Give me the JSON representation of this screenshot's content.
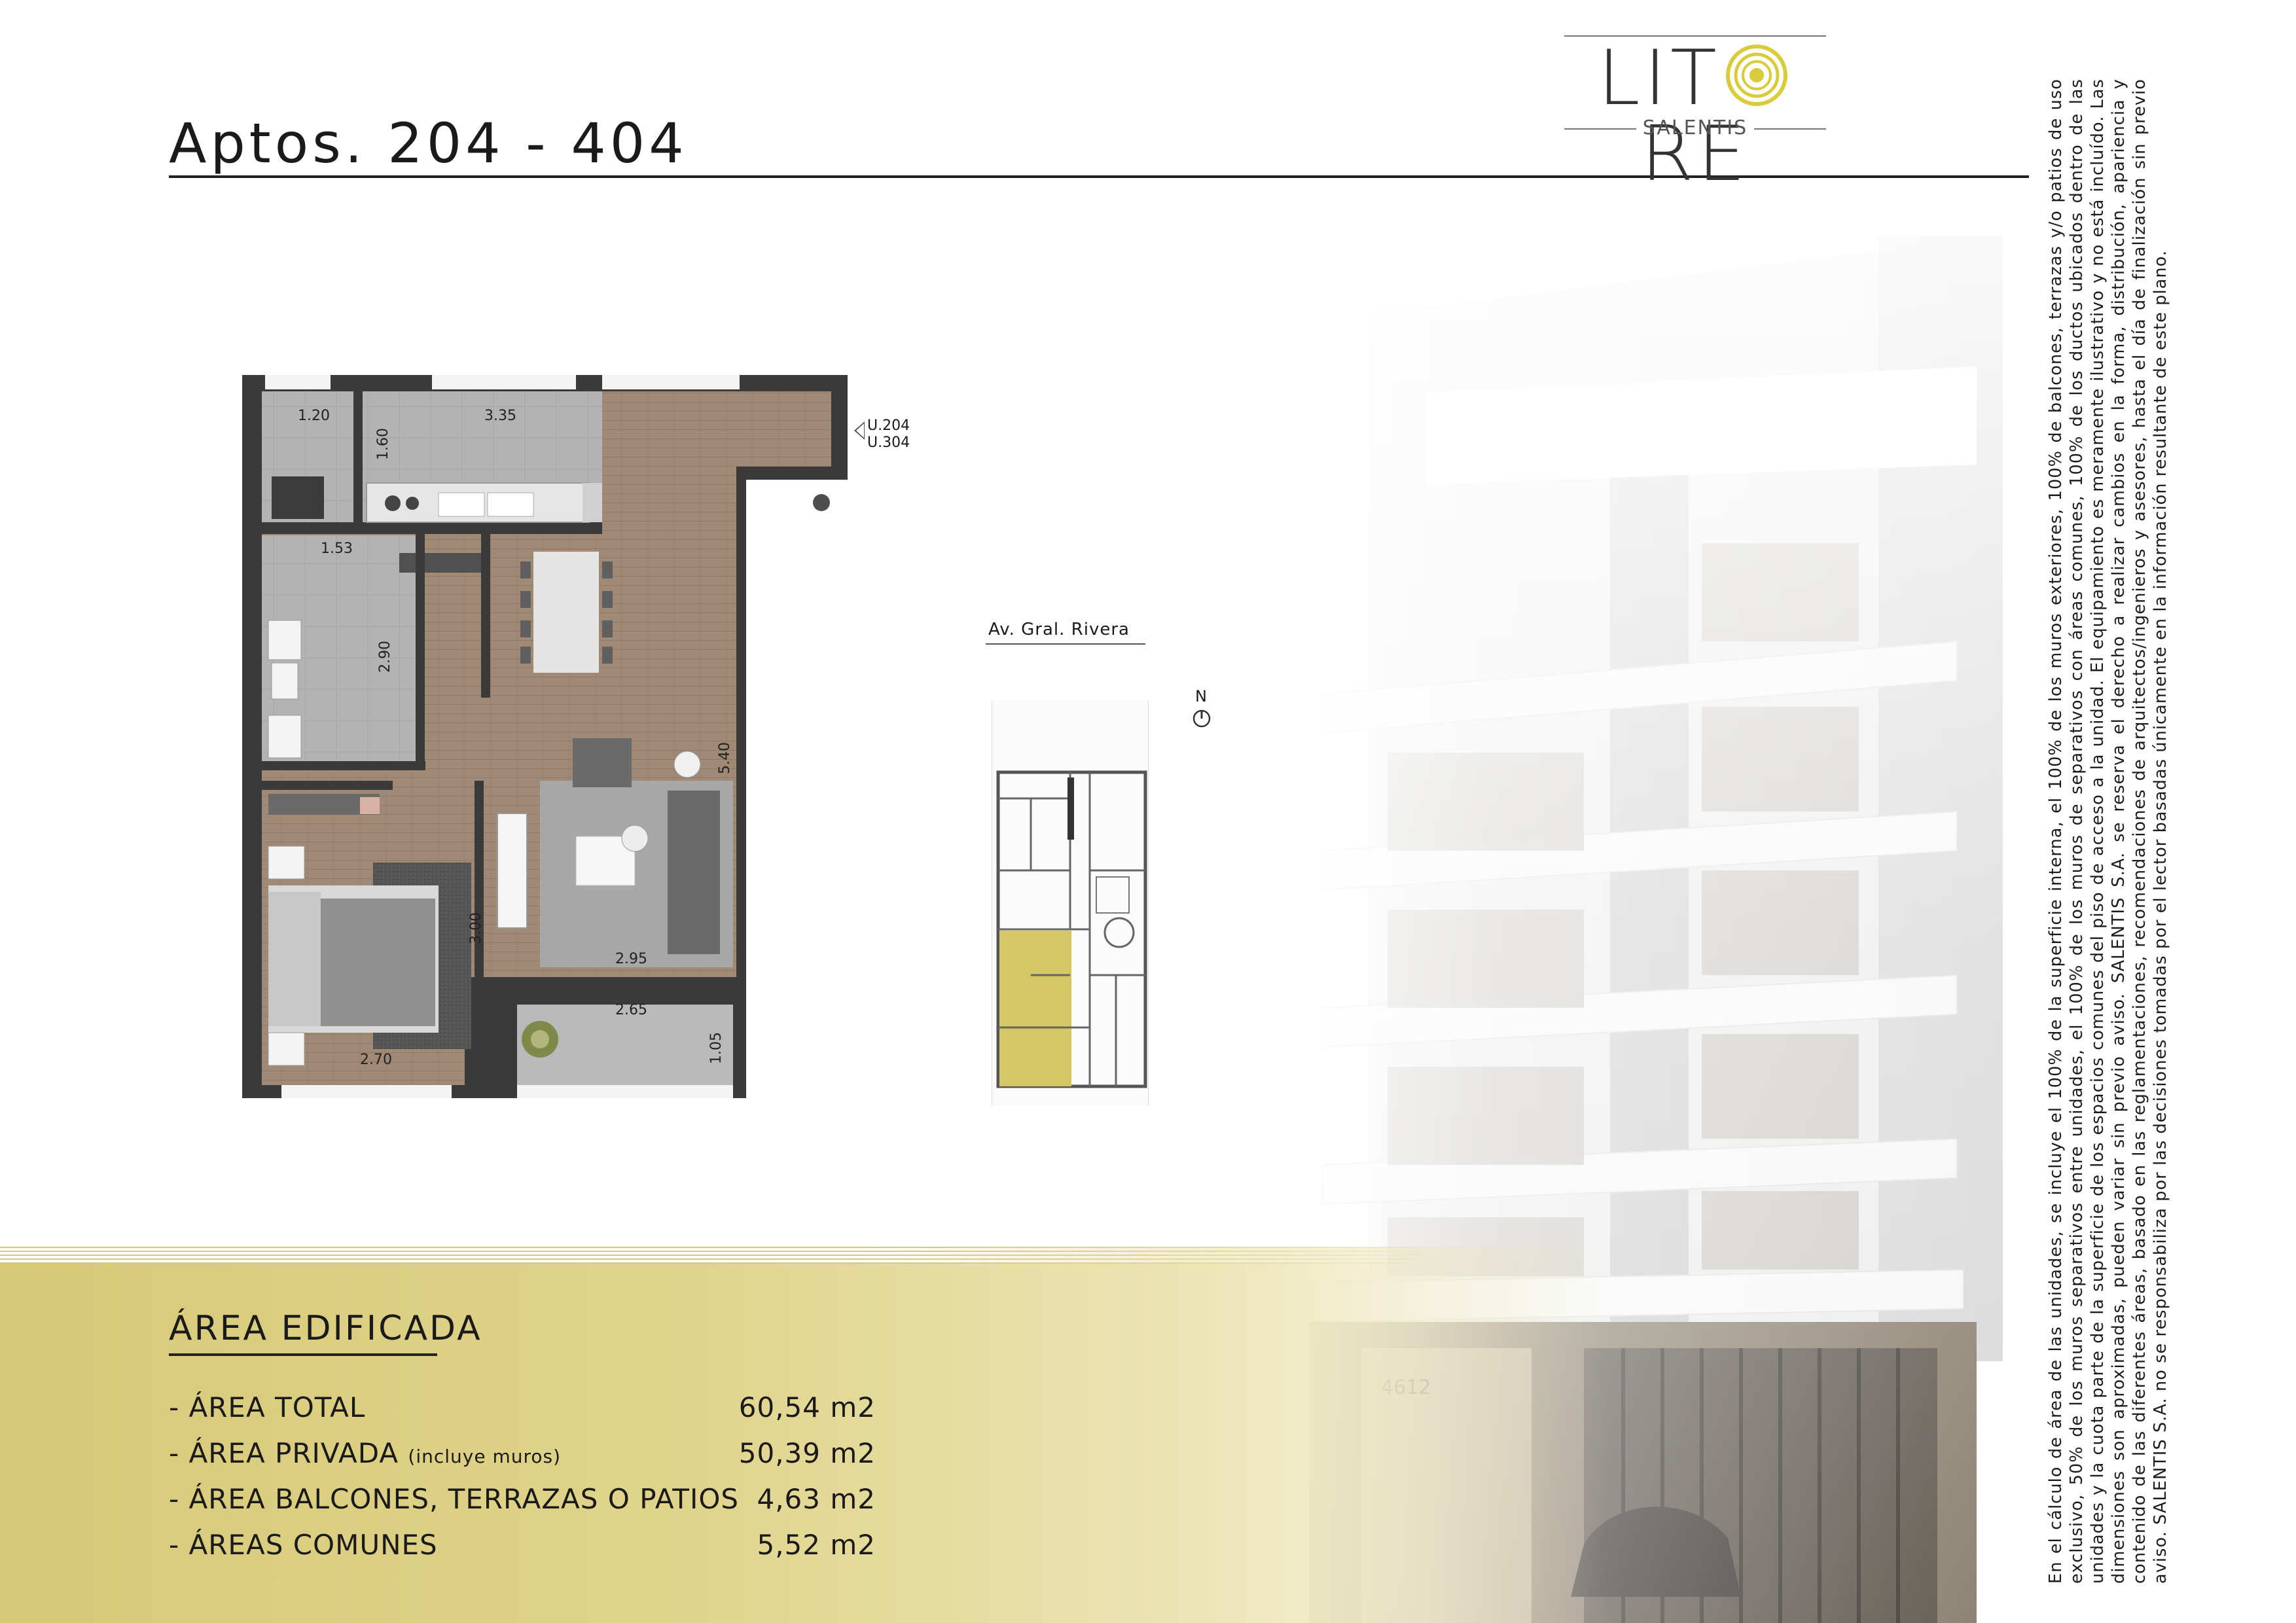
{
  "header": {
    "title": "Aptos. 204 - 404"
  },
  "logo": {
    "wordmark": "LITORE",
    "subtitle": "SALENTIS",
    "accent": "#d9cc3a"
  },
  "floor_plan": {
    "unit_tags": [
      "U.204",
      "U.304"
    ],
    "dimensions": {
      "laundry_w": "1.20",
      "kitchen_w": "3.35",
      "kitchen_d": "1.60",
      "bath_w": "1.53",
      "bath_d": "2.90",
      "living_d": "5.40",
      "bedroom_d": "3.00",
      "living_w": "2.95",
      "balcony_w": "2.65",
      "balcony_d": "1.05",
      "bedroom_w": "2.70"
    }
  },
  "site_plan": {
    "street": "Av. Gral. Rivera",
    "north": "N",
    "highlight": "#d6c766"
  },
  "area": {
    "title": "ÁREA EDIFICADA",
    "rows": [
      {
        "label": "- ÁREA TOTAL",
        "note": "",
        "value": "60,54 m2"
      },
      {
        "label": "- ÁREA PRIVADA",
        "note": "(incluye muros)",
        "value": "50,39 m2"
      },
      {
        "label": "- ÁREA BALCONES, TERRAZAS O PATIOS",
        "note": "",
        "value": "4,63 m2"
      },
      {
        "label": "- ÁREAS COMUNES",
        "note": "",
        "value": "5,52 m2"
      }
    ]
  },
  "disclaimer": "En el cálculo de área de las unidades, se incluye el 100% de la superficie interna, el 100% de los muros exteriores, 100% de balcones, terrazas y/o patios de uso exclusivo, 50% de los muros separativos entre unidades, el 100% de los muros de separativos con áreas comunes, 100% de los ductos ubicados dentro de las unidades y la cuota parte de la superficie de los espacios comunes del piso de acceso a la unidad. El equipamiento es meramente ilustrativo y no está incluído. Las dimensiones son aproximadas, pueden variar sin previo aviso. SALENTIS S.A. se reserva el derecho a realizar cambios en la forma, distribución, apariencia y contenido de las diferentes áreas, basado en las reglamentaciones, recomendaciones de arquitectos/ingenieros y asesores, hasta el día de finalización sin previo aviso. SALENTIS S.A. no se responsabiliza por las decisiones tomadas por el lector basadas únicamente en la información resultante de este plano.",
  "building_label": "4612"
}
